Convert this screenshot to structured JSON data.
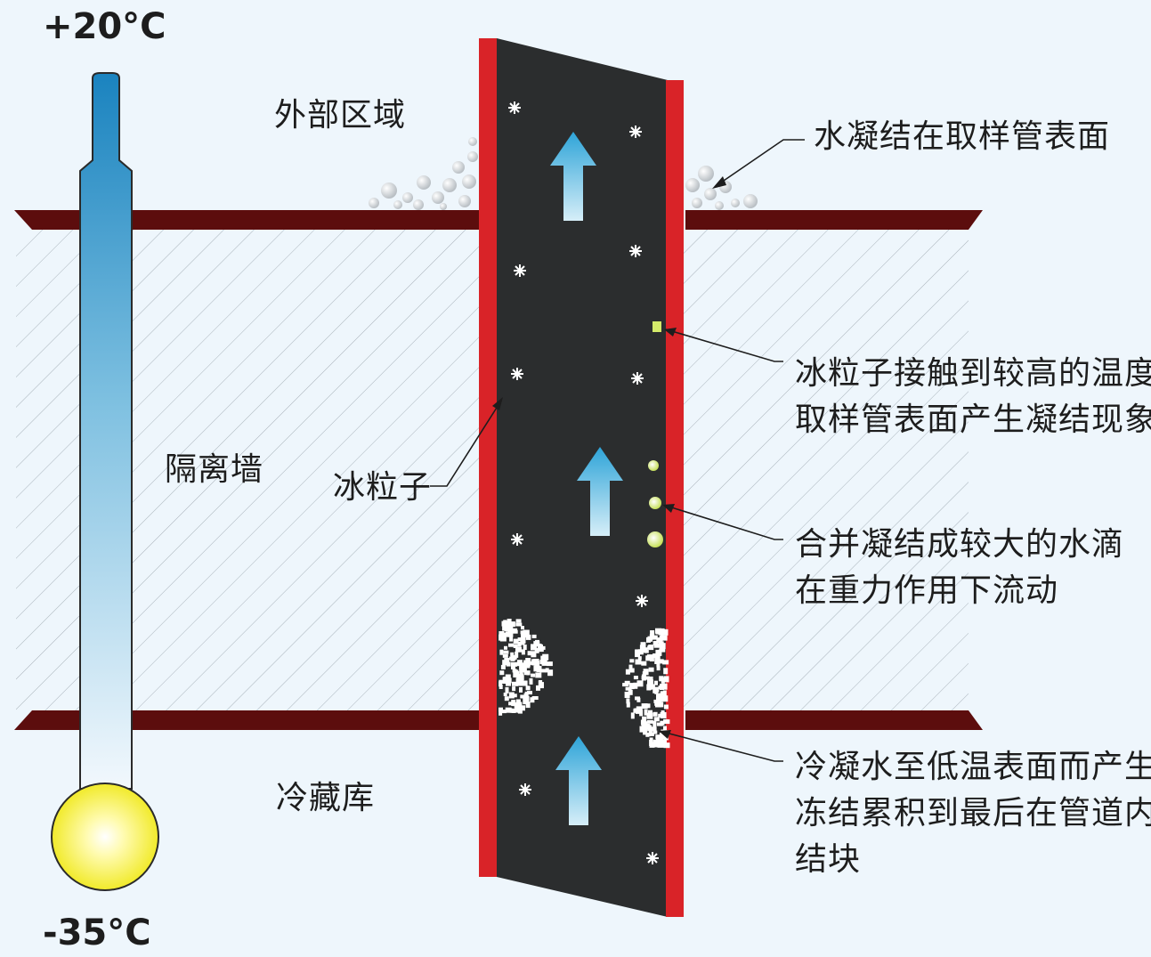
{
  "temperatures": {
    "top": "+20°C",
    "bottom": "-35°C"
  },
  "zones": {
    "outside": "外部区域",
    "wall": "隔离墙",
    "cold_store": "冷藏库"
  },
  "ice_particle_label": "冰粒子",
  "annotations": {
    "condensation": "水凝结在取样管表面",
    "contact": [
      "冰粒子接触到较高的温度",
      "取样管表面产生凝结现象"
    ],
    "droplets": [
      "合并凝结成较大的水滴",
      "在重力作用下流动"
    ],
    "freezing": [
      "冷凝水至低温表面而产生",
      "冻结累积到最后在管道内",
      "结块"
    ]
  },
  "colors": {
    "background": "#eef6fc",
    "wall_beam": "#5c0d0d",
    "pipe_wall": "#d92328",
    "pipe_interior": "#2b2d2e",
    "arrow": "#35a9d9",
    "droplet": "#d4ea6a",
    "thermometer_tube": "#2c8fc4",
    "thermometer_bulb": "#f7f23a"
  },
  "icons": [
    "snowflake-icon",
    "up-arrow-icon",
    "water-droplet-icon",
    "thermometer-icon"
  ]
}
